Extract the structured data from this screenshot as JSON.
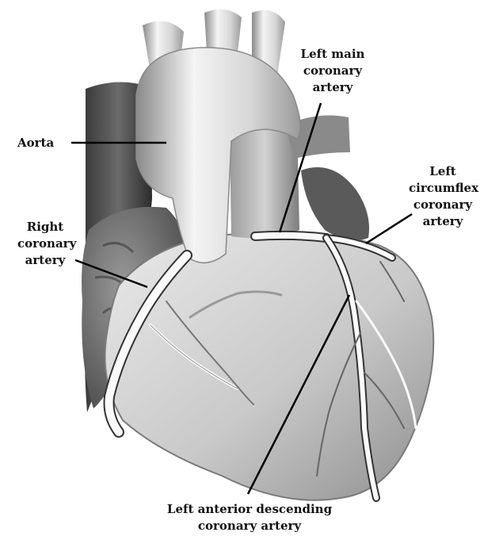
{
  "labels": {
    "aorta": "Aorta",
    "right_coronary": [
      "Right",
      "coronary",
      "artery"
    ],
    "left_main": [
      "Left main",
      "coronary",
      "artery"
    ],
    "left_circumflex": [
      "Left",
      "circumflex",
      "coronary",
      "artery"
    ],
    "lad": [
      "Left anterior descending",
      "coronary artery"
    ]
  },
  "colors": {
    "leader_line": "#000000",
    "artery": "#fafafa",
    "heart_tissue": "#c8c8c8"
  }
}
